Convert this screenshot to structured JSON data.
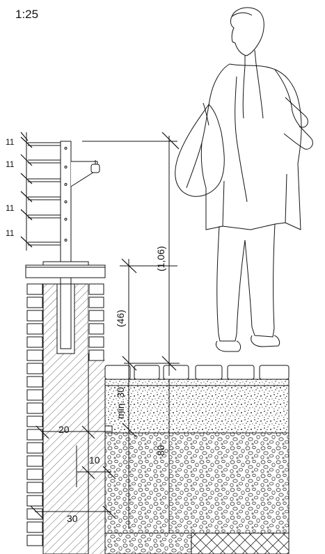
{
  "scale": "1:25",
  "dimensions": {
    "rung_spacing": [
      "11",
      "11",
      "11",
      "11"
    ],
    "total_height": "(1,06)",
    "upper_height": "(46)",
    "min_depth": "min. 30",
    "foundation_depth": "80",
    "wall_width": "20",
    "step": "10",
    "base_width": "30"
  },
  "colors": {
    "line": "#111111",
    "background": "#ffffff"
  }
}
